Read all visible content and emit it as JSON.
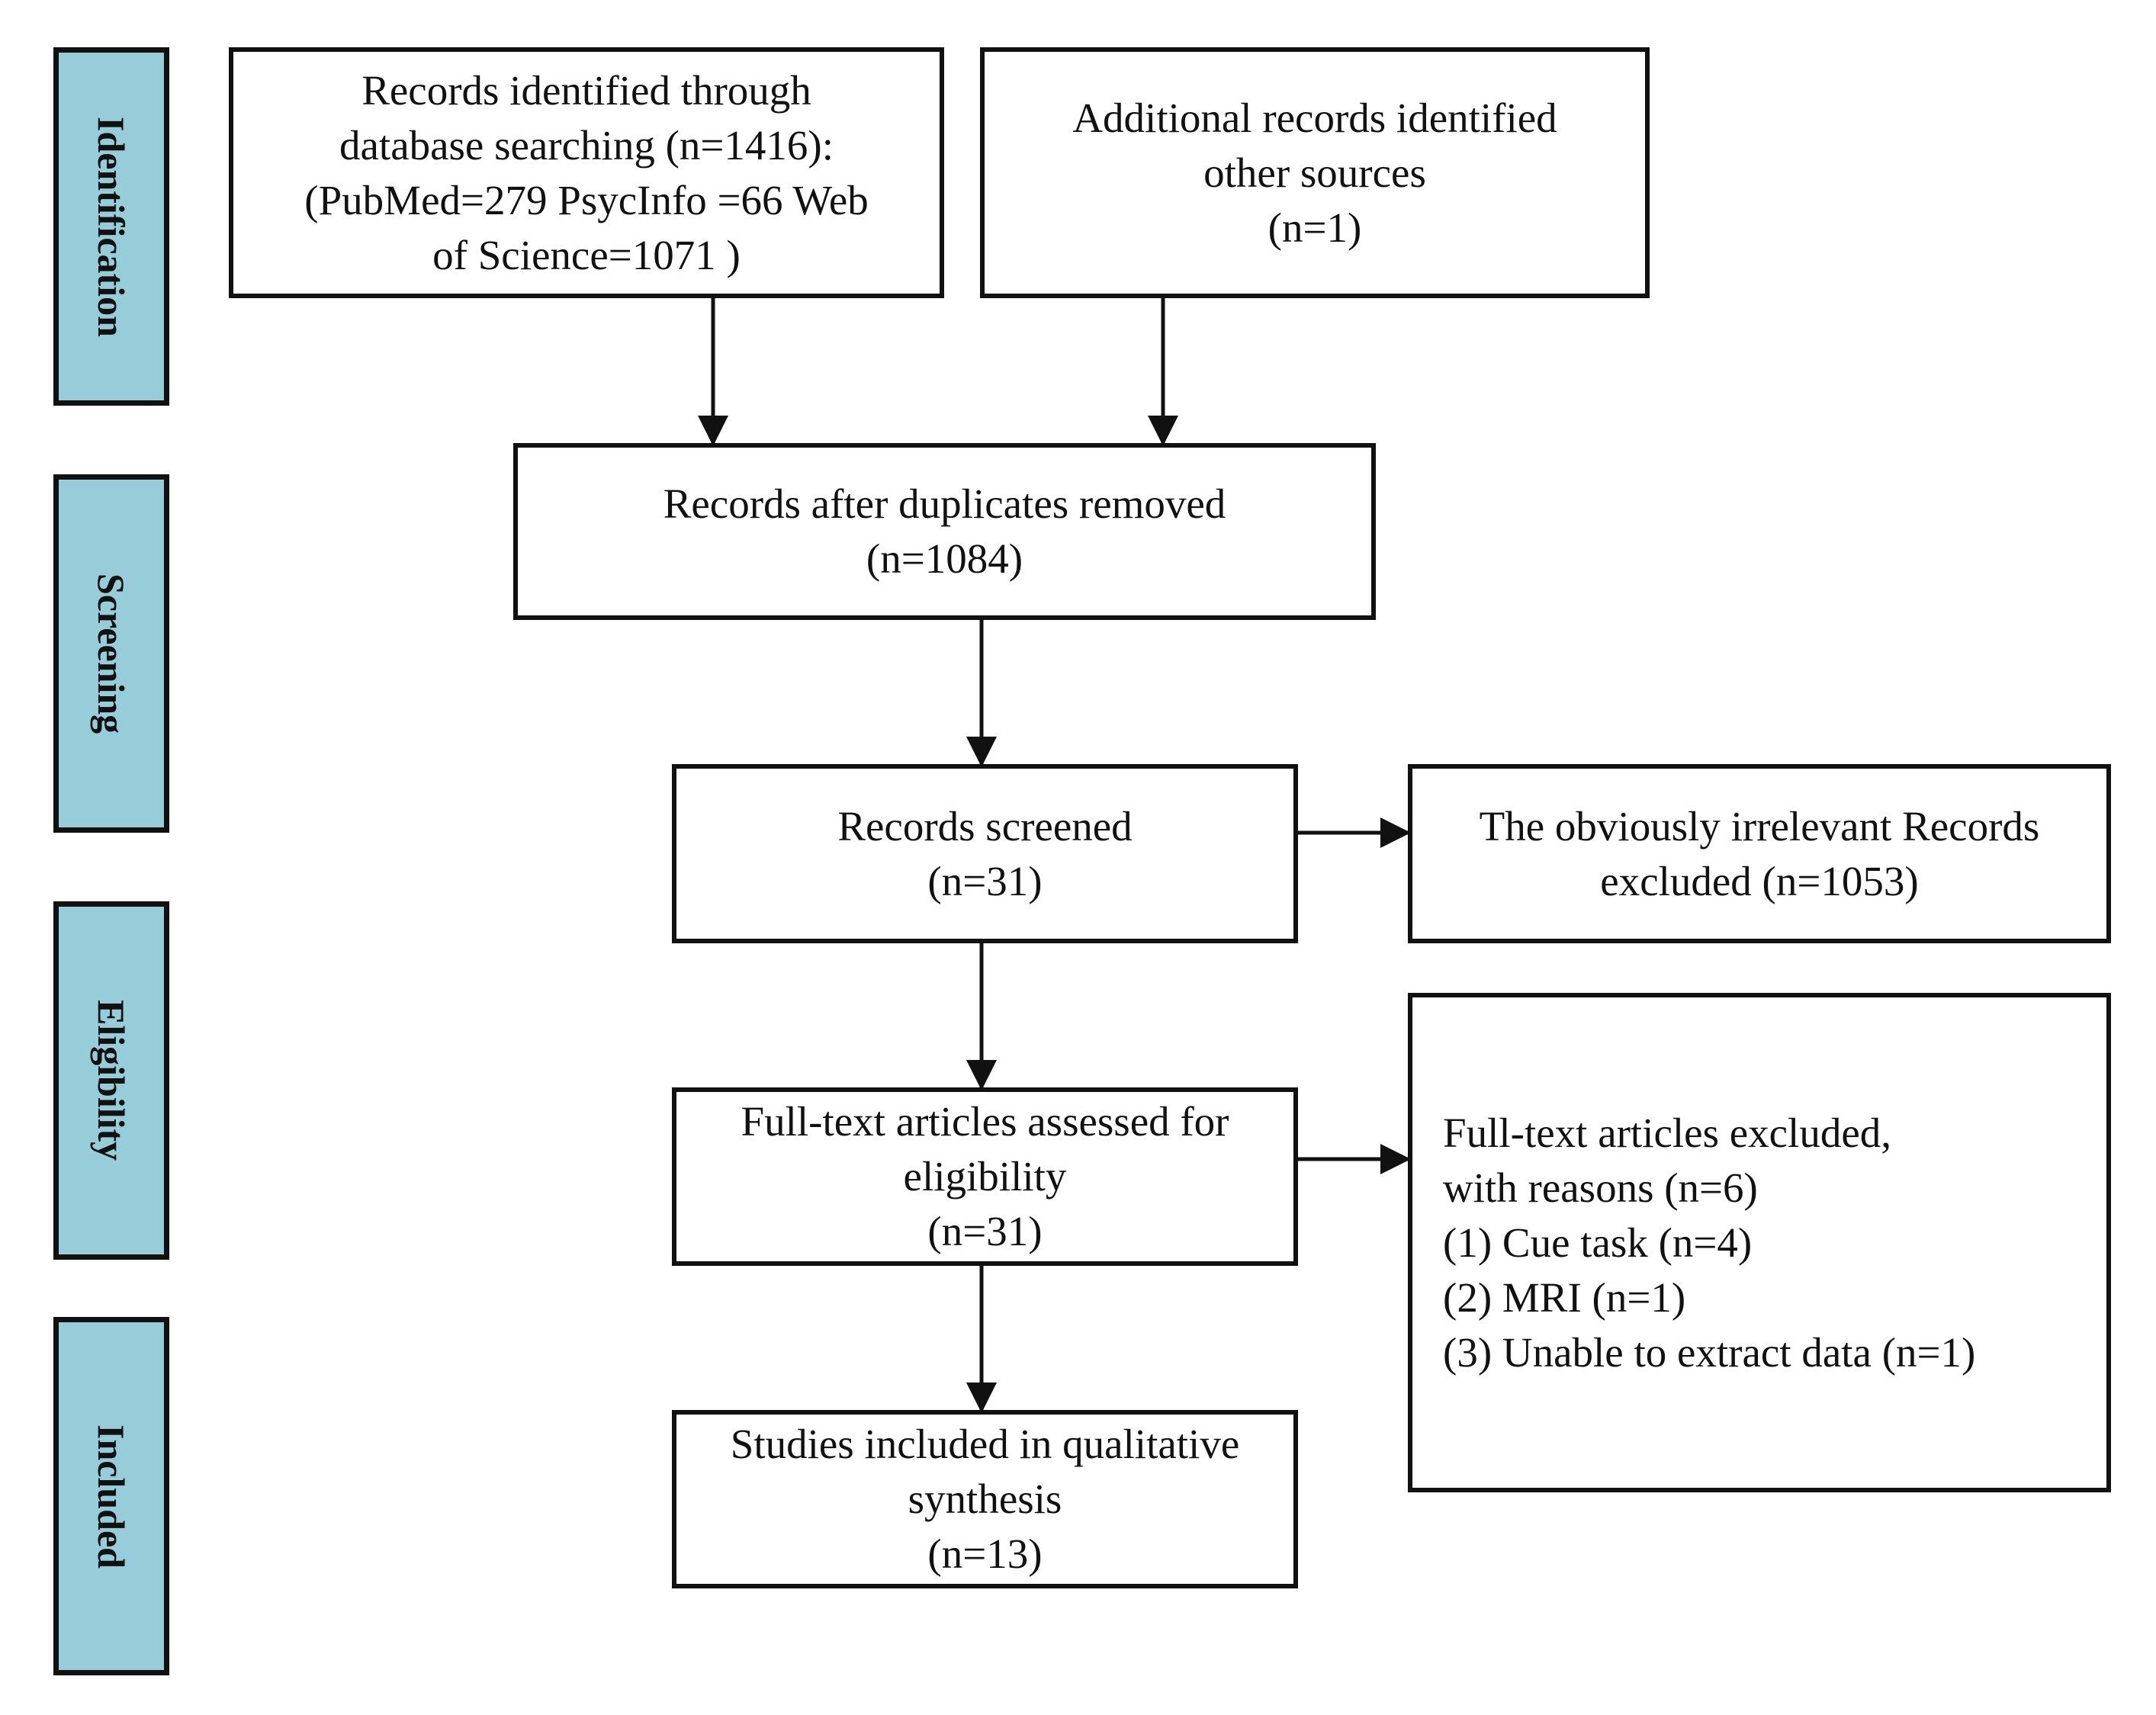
{
  "stages": {
    "identification": "Identification",
    "screening": "Screening",
    "eligibility": "Eligibility",
    "included": "Included"
  },
  "boxes": {
    "database_search": {
      "lines": [
        "Records identified through",
        "database searching (n=1416):",
        "(PubMed=279 PsycInfo =66 Web",
        "of Science=1071 )"
      ]
    },
    "other_sources": {
      "lines": [
        "Additional records identified",
        "other sources",
        "(n=1)"
      ]
    },
    "duplicates_removed": {
      "lines": [
        "Records after duplicates removed",
        "(n=1084)"
      ]
    },
    "records_screened": {
      "lines": [
        "Records screened",
        "(n=31)"
      ]
    },
    "irrelevant_excluded": {
      "lines": [
        "The obviously irrelevant Records",
        "excluded (n=1053)"
      ]
    },
    "fulltext_assessed": {
      "lines": [
        "Full-text articles assessed for",
        "eligibility",
        "(n=31)"
      ]
    },
    "fulltext_excluded": {
      "lines": [
        "Full-text articles excluded,",
        "with reasons (n=6)",
        "(1) Cue task (n=4)",
        "(2) MRI (n=1)",
        "(3) Unable to extract data (n=1)"
      ]
    },
    "studies_included": {
      "lines": [
        "Studies included in qualitative",
        "synthesis",
        "(n=13)"
      ]
    }
  },
  "colors": {
    "stage_fill": "#97ccd9",
    "stroke": "#111111",
    "background": "#ffffff"
  }
}
